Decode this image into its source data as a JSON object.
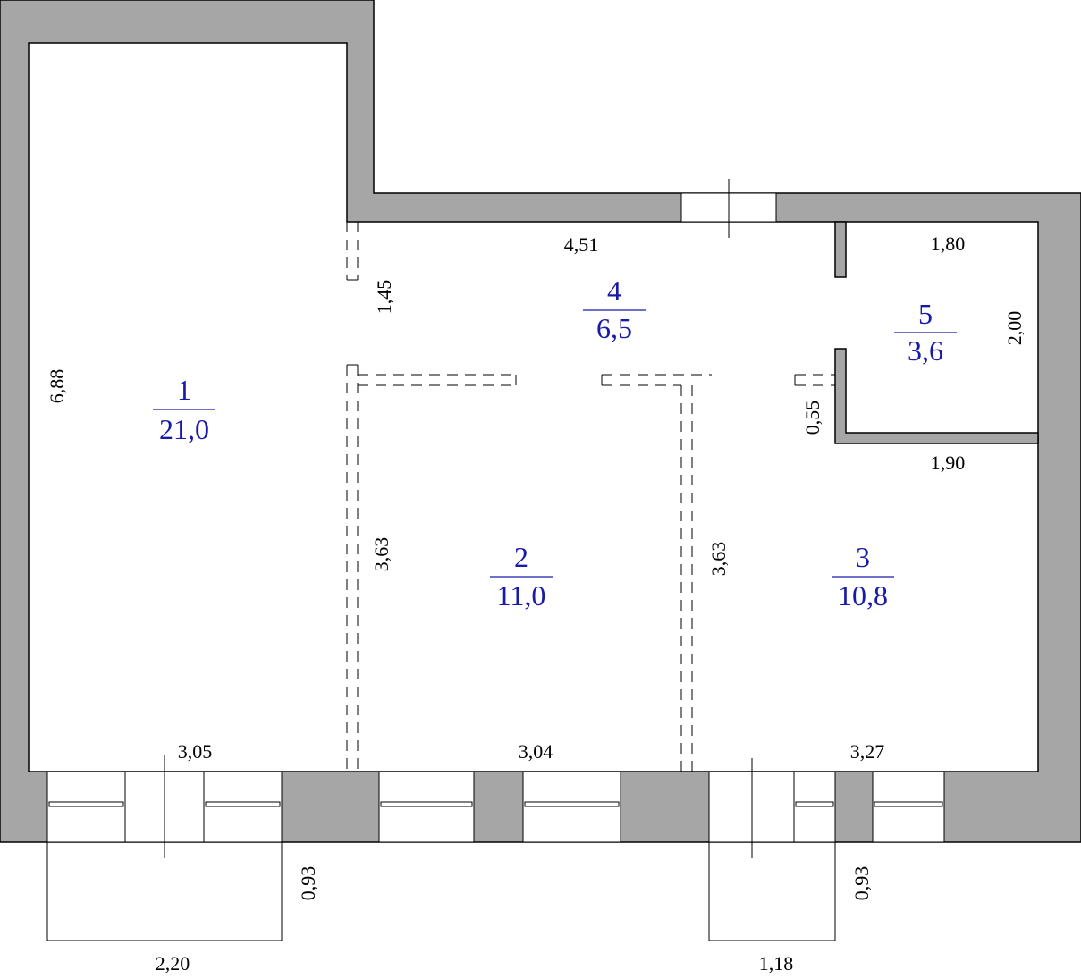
{
  "rooms": [
    {
      "number": "1",
      "area": "21,0"
    },
    {
      "number": "2",
      "area": "11,0"
    },
    {
      "number": "3",
      "area": "10,8"
    },
    {
      "number": "4",
      "area": "6,5"
    },
    {
      "number": "5",
      "area": "3,6"
    }
  ],
  "dimensions": {
    "room1_height": "6,88",
    "room4_width": "4,51",
    "room4_entry": "1,45",
    "room5_width_top": "1,80",
    "room5_height": "2,00",
    "room5_width_bottom": "1,90",
    "room3_gap": "0,55",
    "room2_height": "3,63",
    "room3_height": "3,63",
    "room1_width": "3,05",
    "room2_width": "3,04",
    "room3_width": "3,27",
    "porch1_depth": "0,93",
    "porch1_width": "2,20",
    "porch2_depth": "0,93",
    "porch2_width": "1,18"
  },
  "colors": {
    "wall": "#a6a6a6",
    "room_label": "#1a1aa8"
  }
}
